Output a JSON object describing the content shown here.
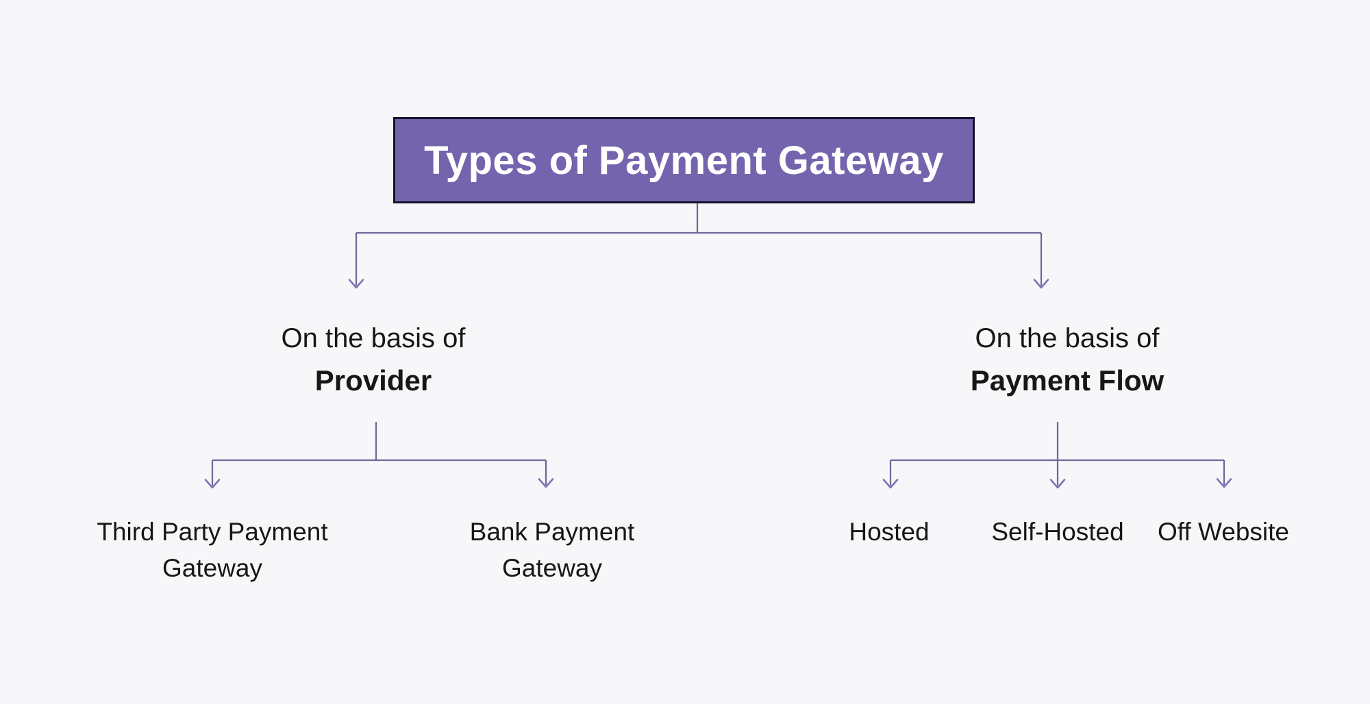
{
  "title": {
    "text": "Types of Payment Gateway"
  },
  "colors": {
    "bg": "#f7f7fa",
    "title_bg": "#7464ad",
    "title_border": "#16112b",
    "title_text": "#ffffff",
    "connector": "#6f6898",
    "arrow": "#7e72b2",
    "text": "#171717"
  },
  "branches": [
    {
      "prefix": "On the basis of",
      "name": "Provider",
      "children": [
        {
          "line1": "Third Party Payment",
          "line2": "Gateway"
        },
        {
          "line1": "Bank Payment",
          "line2": "Gateway"
        }
      ]
    },
    {
      "prefix": "On the basis of",
      "name": "Payment Flow",
      "children": [
        {
          "line1": "Hosted"
        },
        {
          "line1": "Self-Hosted"
        },
        {
          "line1": "Off Website"
        }
      ]
    }
  ]
}
